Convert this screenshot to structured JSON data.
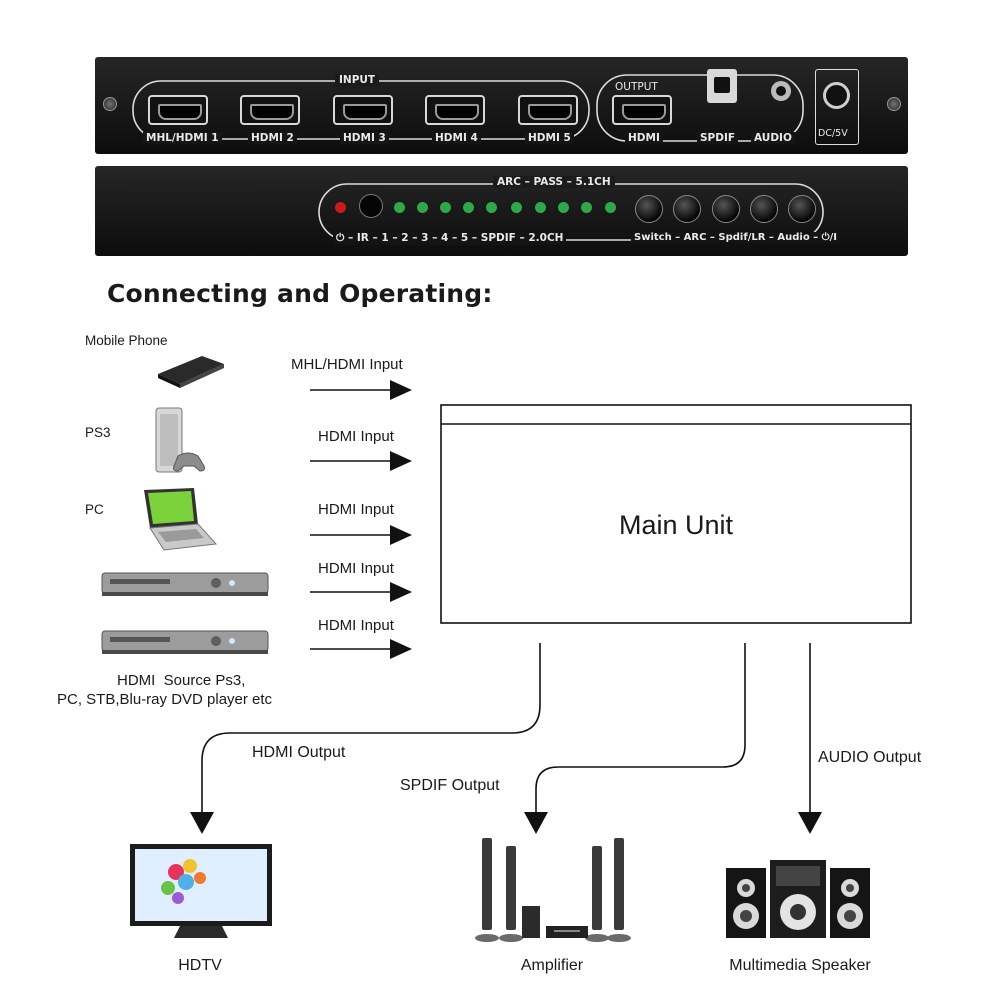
{
  "front_panel": {
    "input_label": "INPUT",
    "ports": [
      "MHL/HDMI 1",
      "HDMI 2",
      "HDMI 3",
      "HDMI 4",
      "HDMI 5"
    ],
    "output_label": "OUTPUT",
    "output_ports": [
      "HDMI",
      "SPDIF",
      "AUDIO"
    ],
    "dc_label": "DC/5V"
  },
  "control_panel": {
    "top_label": "ARC – PASS – 5.1CH",
    "bottom_left": "⏻ – IR – 1 – 2 – 3 – 4 – 5 – SPDIF – 2.0CH",
    "bottom_right": "Switch – ARC – Spdif/LR – Audio – ⏻/I"
  },
  "heading": "Connecting and Operating:",
  "devices": {
    "mobile": "Mobile Phone",
    "ps3": "PS3",
    "pc": "PC",
    "source_caption_1": "HDMI  Source Ps3,",
    "source_caption_2": "PC, STB,Blu-ray DVD player etc"
  },
  "inputs": [
    "MHL/HDMI Input",
    "HDMI Input",
    "HDMI Input",
    "HDMI Input",
    "HDMI Input"
  ],
  "main_unit": "Main Unit",
  "outputs": {
    "hdmi": "HDMI Output",
    "spdif": "SPDIF Output",
    "audio": "AUDIO Output"
  },
  "sinks": {
    "hdtv": "HDTV",
    "amplifier": "Amplifier",
    "speaker": "Multimedia Speaker"
  }
}
